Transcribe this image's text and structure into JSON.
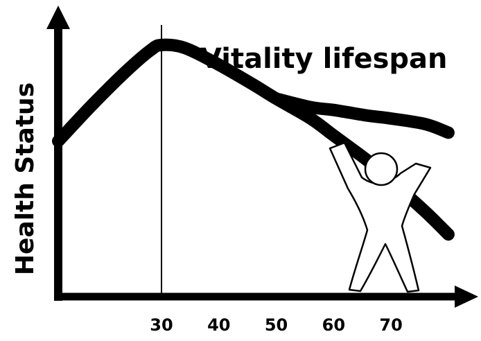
{
  "chart_data": {
    "type": "line",
    "ylabel": "Health Status",
    "xlabel": "",
    "title": "",
    "x_ticks": [
      30,
      40,
      50,
      60,
      70
    ],
    "xlim": [
      12,
      84
    ],
    "ylim": [
      0,
      100
    ],
    "axes": "arrowed, no grid",
    "grid": false,
    "series": [
      {
        "x": [
          12,
          18,
          24,
          28,
          30,
          34,
          40,
          46,
          50,
          56,
          60,
          66,
          70,
          76,
          80
        ],
        "y": [
          55,
          68,
          80,
          87,
          89,
          88,
          82,
          75,
          70,
          63,
          57,
          48,
          41,
          30,
          22
        ]
      },
      {
        "x": [
          50,
          56,
          60,
          66,
          70,
          76,
          80
        ],
        "y": [
          70,
          67,
          66,
          64,
          63,
          61,
          58
        ]
      }
    ],
    "reference_line": {
      "x": 30
    },
    "annotations": [
      {
        "text": "Vitality lifespan"
      }
    ],
    "illustration": "stick-figure-pushing-curve-up",
    "colors": {
      "line": "#000000",
      "background": "#ffffff"
    }
  }
}
